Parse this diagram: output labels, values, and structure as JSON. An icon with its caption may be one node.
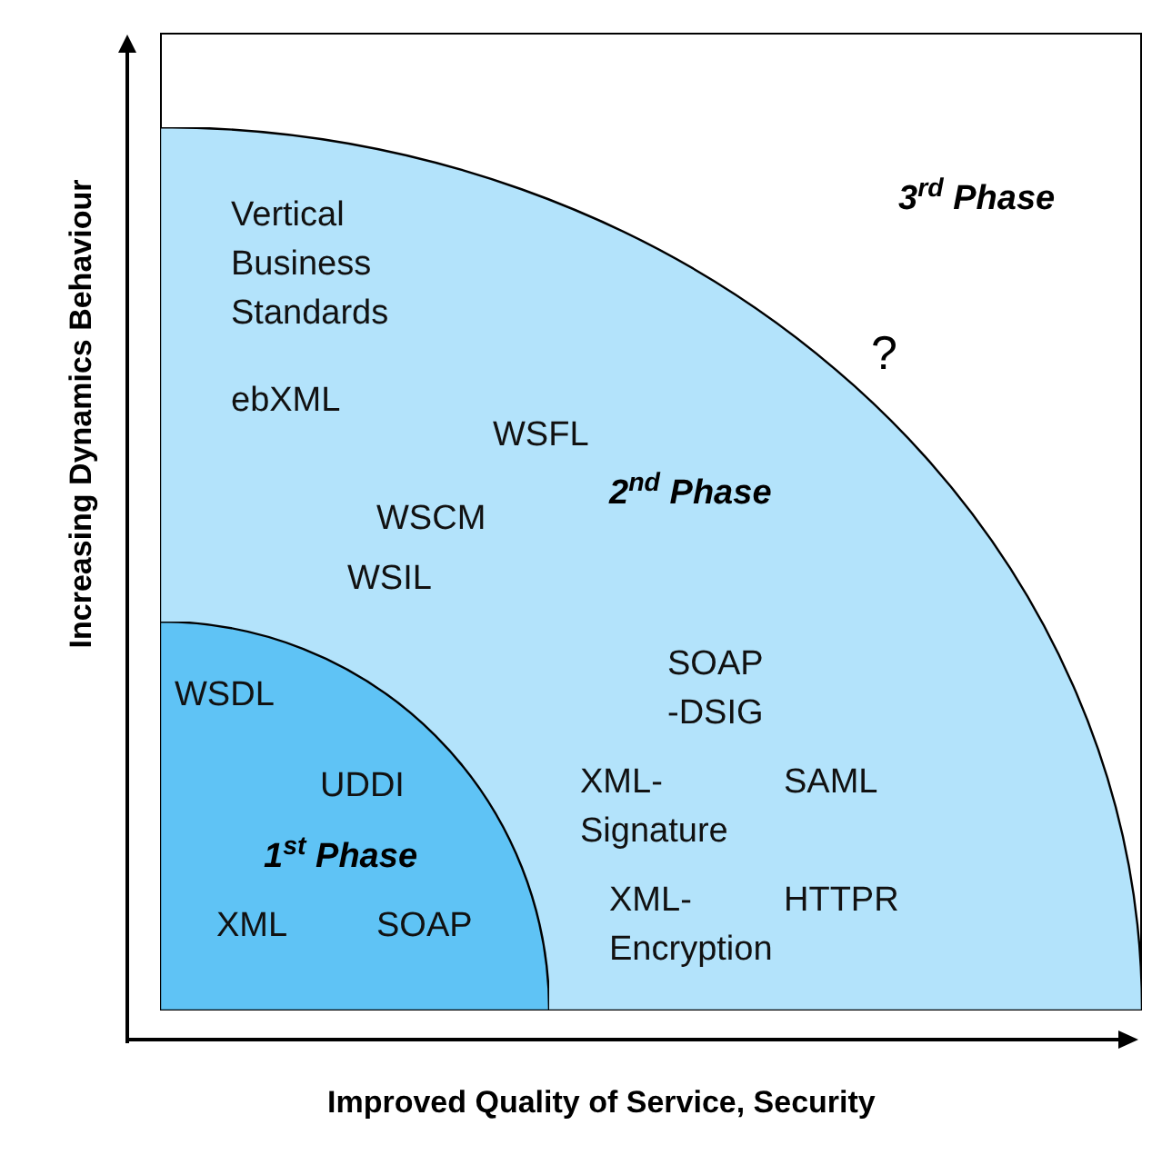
{
  "diagram": {
    "nodes": [
      {
        "text": [
          "3$^{rd}$ Phase",
          "?"
        ]
      },
      {
        "text": [
          "Vertical Business Standards",
          "ebXML",
          "WSFL",
          "2$^{nd}$ Phase",
          "WSCM",
          "WSIL",
          "SOAP -DSIG",
          "XML- Signature",
          "SAML",
          "XML- Encryption",
          "HTTPR"
        ],
        "in": 0
      },
      {
        "text": [
          "WSDL",
          "UDDI",
          "1$^{st}$ Phase",
          "XML",
          "SOAP"
        ],
        "in": 1
      }
    ],
    "labels": [
      "Increasing Dynamics Behaviour",
      "Improved Quality of Service, Security"
    ]
  }
}
